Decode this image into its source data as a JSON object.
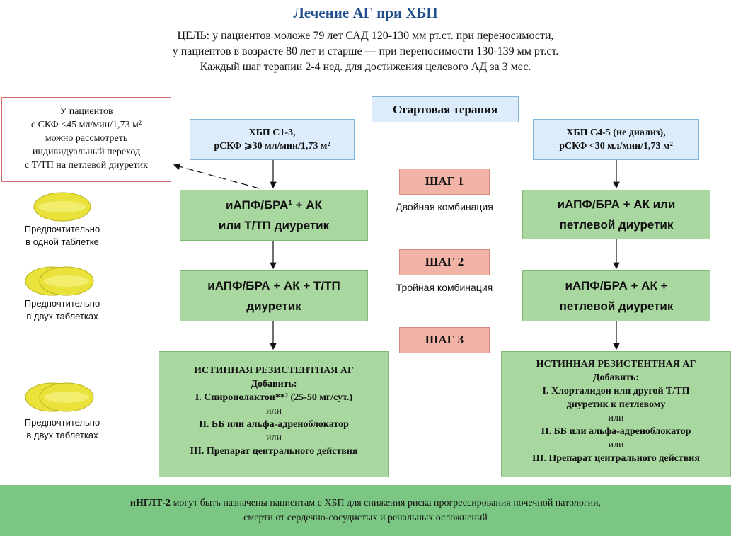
{
  "title": "Лечение АГ при ХБП",
  "goal": {
    "line1": "ЦЕЛЬ: у пациентов моложе 79 лет САД 120-130 мм рт.ст. при переносимости,",
    "line2": "у пациентов в возрасте 80 лет и старше — при переносимости 130-139 мм рт.ст.",
    "line3": "Каждый шаг терапии 2-4 нед. для достижения целевого АД за 3 мес."
  },
  "start_therapy": "Стартовая терапия",
  "note": {
    "line1": "У пациентов",
    "line2": "с СКФ <45 мл/мин/1,73 м²",
    "line3": "можно рассмотреть",
    "line4": "индивидуальный переход",
    "line5": "с Т/ТП на петлевой диуретик"
  },
  "left_branch": {
    "header_line1": "ХБП С1-3,",
    "header_line2": "рСКФ ⩾30 мл/мин/1,73 м²",
    "step1_line1": "иАПФ/БРА¹ + АК",
    "step1_line2": "или Т/ТП диуретик",
    "step2_line1": "иАПФ/БРА + АК + Т/ТП",
    "step2_line2": "диуретик",
    "step3": {
      "title": "ИСТИННАЯ РЕЗИСТЕНТНАЯ АГ",
      "add": "Добавить:",
      "item1": "I. Спиронолактон**² (25-50 мг/сут.)",
      "or1": "или",
      "item2": "II. ББ или альфа-адреноблокатор",
      "or2": "или",
      "item3": "III. Препарат центрального действия"
    }
  },
  "right_branch": {
    "header_line1": "ХБП С4-5 (не диализ),",
    "header_line2": "рСКФ <30 мл/мин/1,73 м²",
    "step1_line1": "иАПФ/БРА + АК или",
    "step1_line2": "петлевой диуретик",
    "step2_line1": "иАПФ/БРА + АК +",
    "step2_line2": "петлевой диуретик",
    "step3": {
      "title": "ИСТИННАЯ РЕЗИСТЕНТНАЯ АГ",
      "add": "Добавить:",
      "item1": "I. Хлорталидон или другой Т/ТП",
      "item1b": "диуретик к петлевому",
      "or1": "или",
      "item2": "II. ББ или альфа-адреноблокатор",
      "or2": "или",
      "item3": "III. Препарат центрального действия"
    }
  },
  "steps": {
    "step1": "ШАГ 1",
    "step1_desc": "Двойная комбинация",
    "step2": "ШАГ 2",
    "step2_desc": "Тройная комбинация",
    "step3": "ШАГ 3"
  },
  "pills": {
    "one_line1": "Предпочтительно",
    "one_line2": "в одной таблетке",
    "two_a_line1": "Предпочтительно",
    "two_a_line2": "в двух таблетках",
    "two_b_line1": "Предпочтительно",
    "two_b_line2": "в двух таблетках"
  },
  "footer": {
    "bold": "иНГЛТ-2",
    "line1_rest": " могут быть назначены пациентам с ХБП для снижения риска прогрессирования почечной патологии,",
    "line2": "смерти от сердечно-сосудистых и ренальных осложнений"
  },
  "colors": {
    "title": "#1f4e8c",
    "blue_box": "#dcecfa",
    "green_box": "#a9d7a0",
    "step_box": "#f1b3a6",
    "footer": "#7cc683",
    "pill": "#e8e23a"
  }
}
